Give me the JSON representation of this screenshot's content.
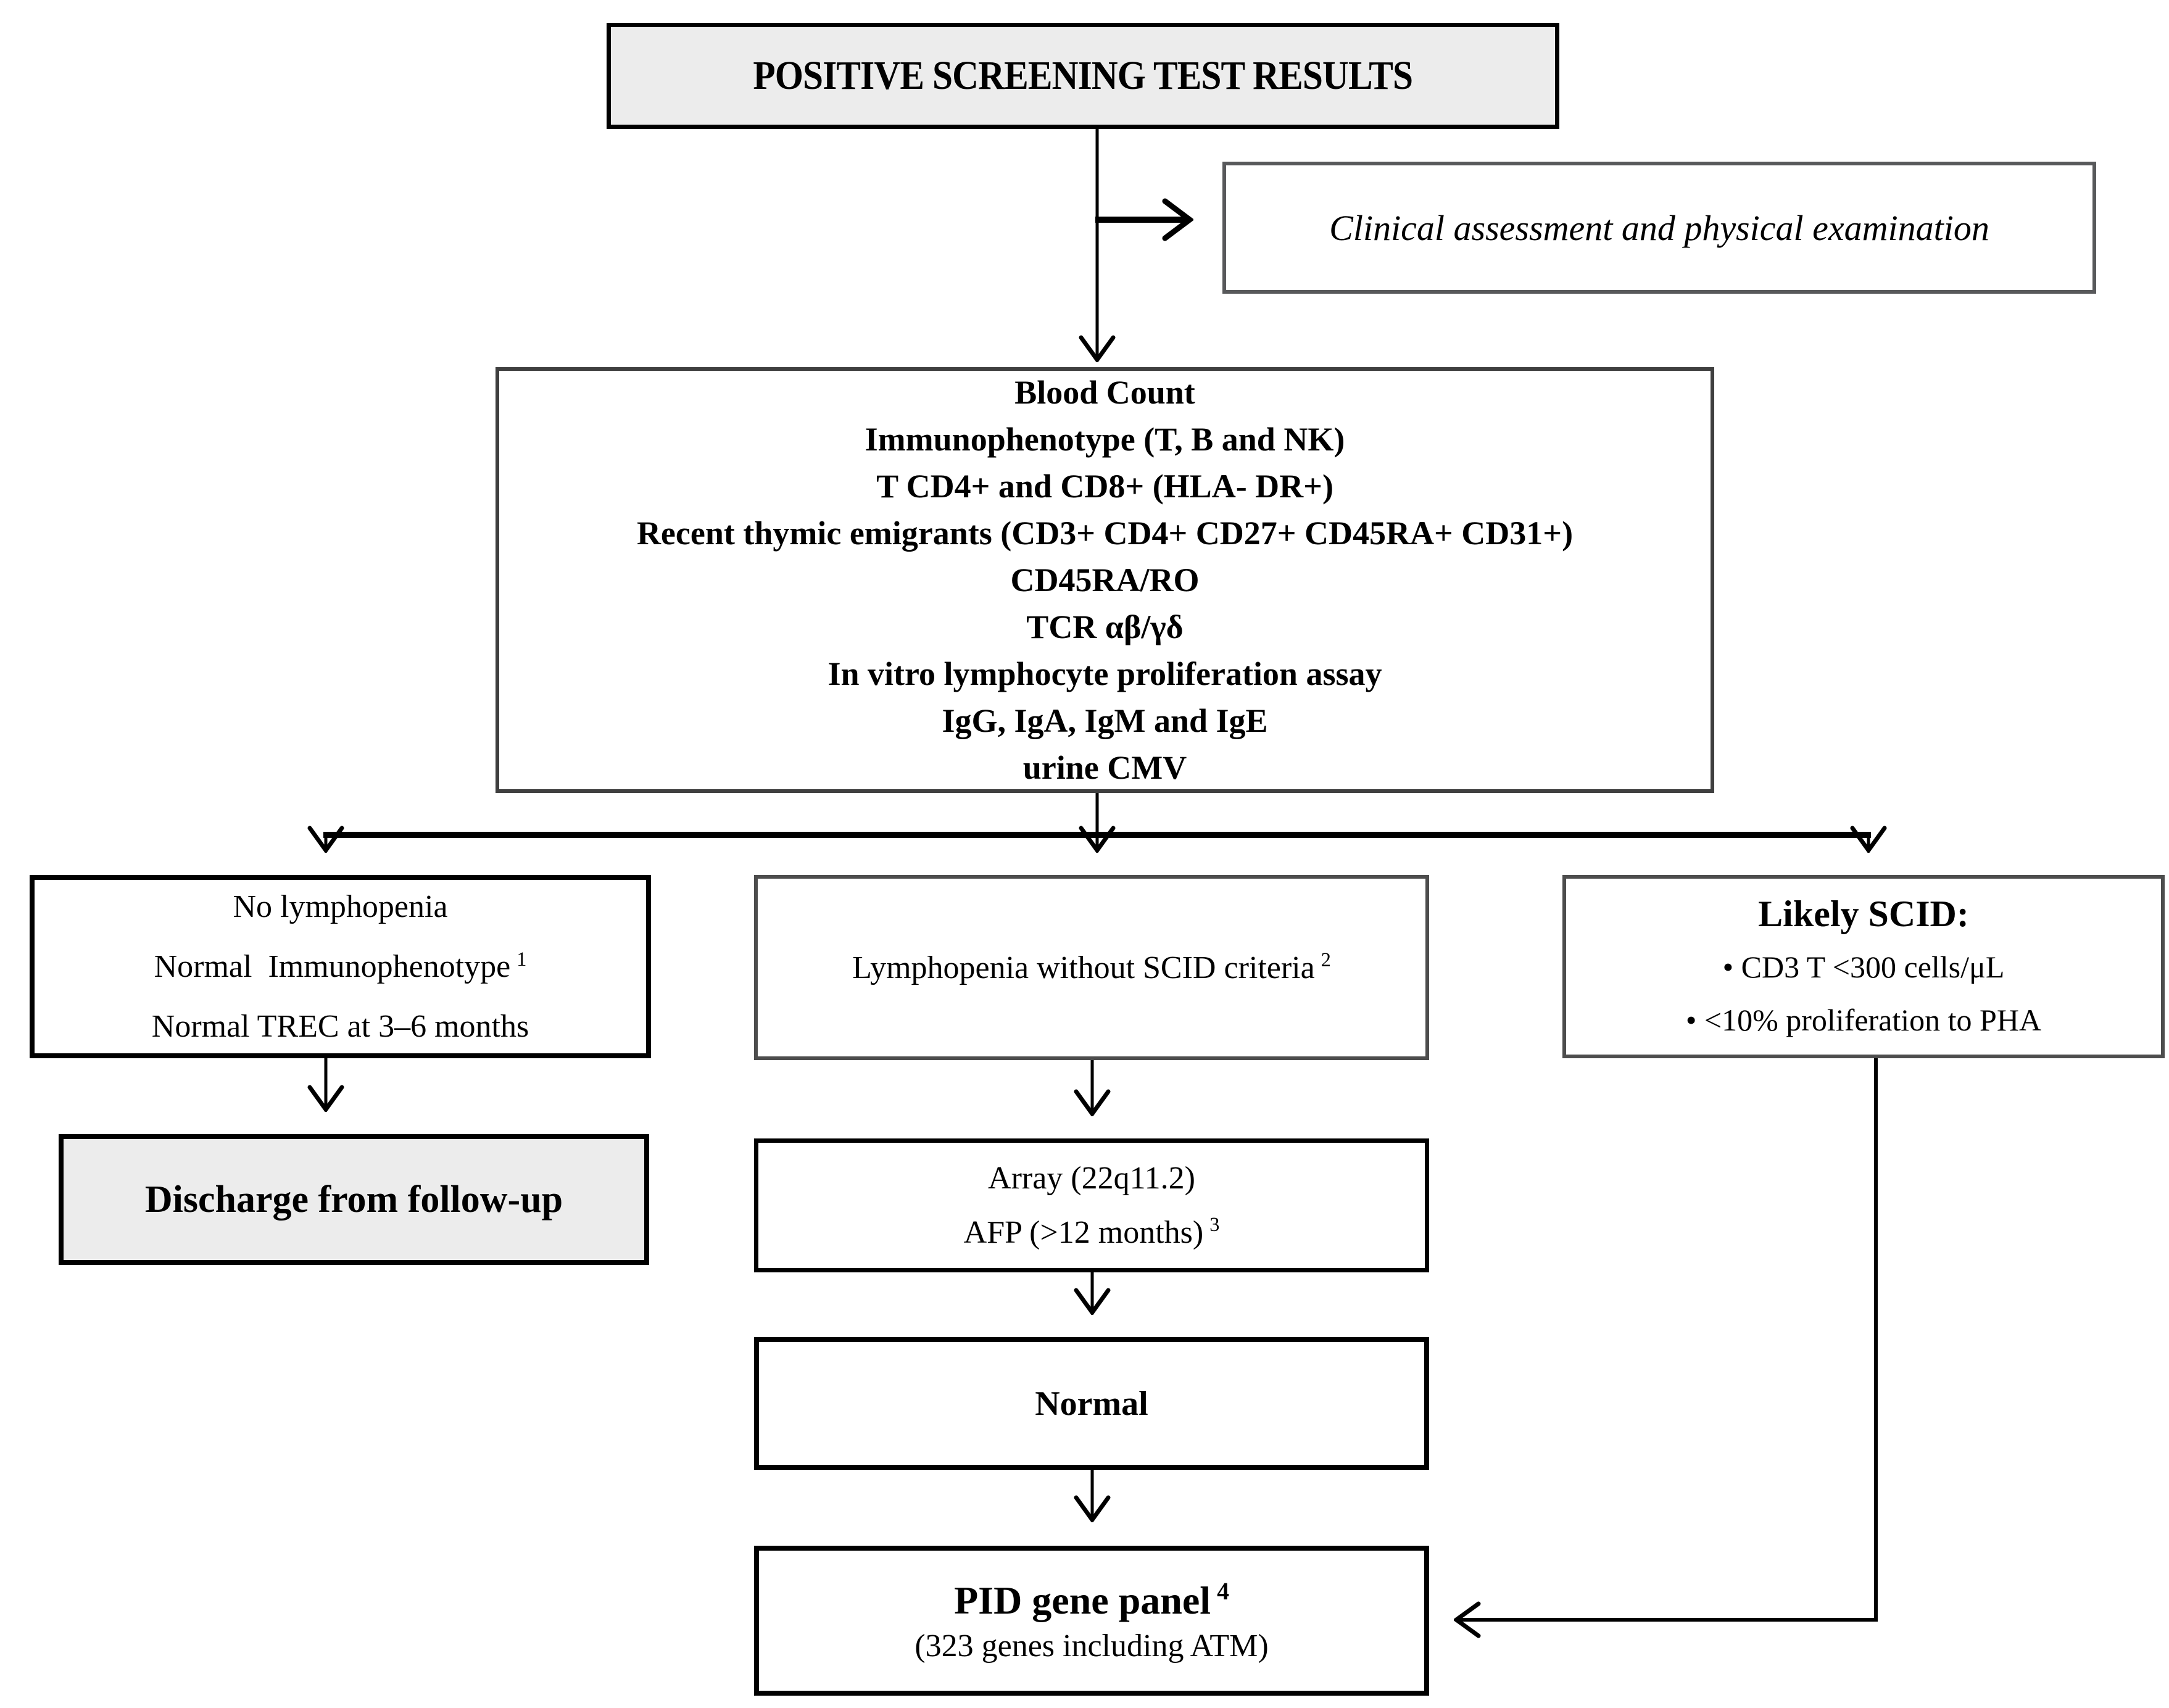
{
  "palette": {
    "background": "#ffffff",
    "ink": "#000000",
    "terminal_fill": "#ececec",
    "grey_border": "#4d4d4d",
    "clinical_border": "#58595b"
  },
  "title_box": {
    "text": "POSITIVE SCREENING TEST RESULTS"
  },
  "clinical_box": {
    "text": "Clinical assessment and physical examination"
  },
  "tests_box": {
    "lines": [
      "Blood Count",
      "Immunophenotype (T, B and NK)",
      "T CD4+ and CD8+ (HLA- DR+)",
      "Recent thymic emigrants  (CD3+ CD4+ CD27+ CD45RA+ CD31+)",
      "CD45RA/RO",
      "TCR αβ/γδ",
      "In vitro lymphocyte proliferation assay",
      "IgG, IgA, IgM and IgE",
      "urine CMV"
    ]
  },
  "no_lymphopenia_box": {
    "line1": "No lymphopenia",
    "line2": "Normal  Immunophenotype",
    "line2_sup": "1",
    "line3": "Normal TREC at 3–6 months"
  },
  "lymphopenia_box": {
    "text": "Lymphopenia without SCID criteria",
    "sup": "2"
  },
  "likely_scid_box": {
    "title": "Likely SCID:",
    "bullet1": "• CD3 T <300 cells/μL",
    "bullet2": "• <10% proliferation to PHA"
  },
  "discharge_box": {
    "text": "Discharge from follow-up"
  },
  "array_box": {
    "line1": "Array (22q11.2)",
    "line2": "AFP (>12 months)",
    "line2_sup": "3"
  },
  "normal_box": {
    "text": "Normal"
  },
  "pid_box": {
    "title": "PID gene panel",
    "title_sup": "4",
    "subtitle": "(323 genes including ATM)"
  }
}
